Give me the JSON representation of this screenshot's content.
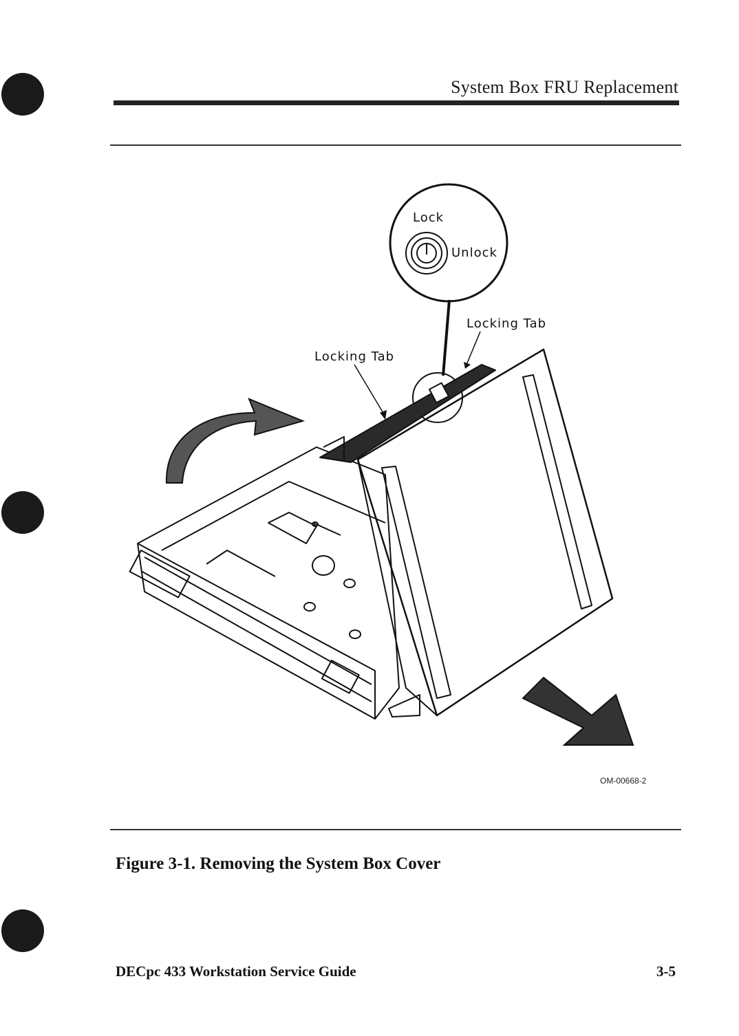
{
  "header": {
    "title": "System Box FRU Replacement"
  },
  "figure": {
    "labels": {
      "lock": "Lock",
      "unlock": "Unlock",
      "locking_tab_left": "Locking Tab",
      "locking_tab_right": "Locking Tab"
    },
    "code": "OM-00668-2",
    "caption": "Figure 3-1.  Removing the System Box Cover"
  },
  "footer": {
    "title": "DECpc 433 Workstation Service Guide",
    "page": "3-5"
  }
}
